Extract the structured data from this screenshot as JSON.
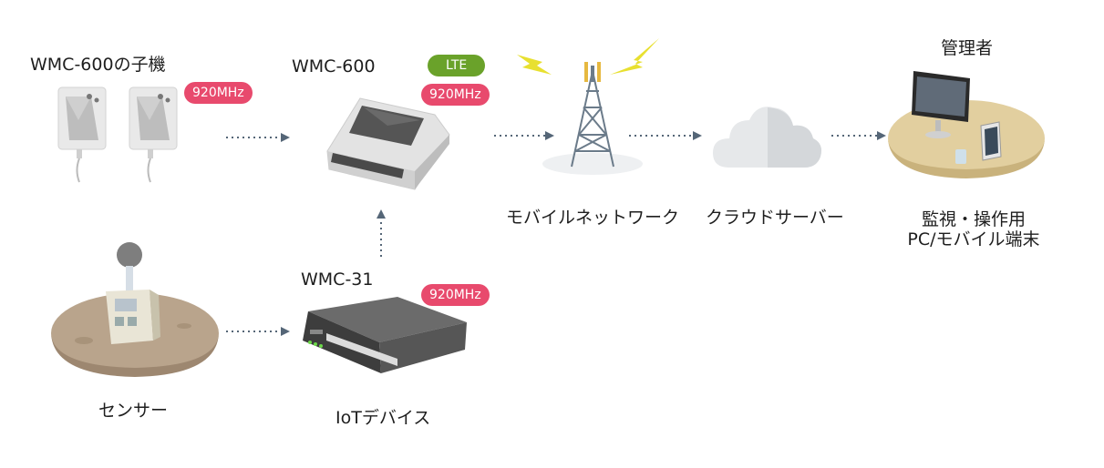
{
  "labels": {
    "slave_unit": "WMC-600の子機",
    "wmc600": "WMC-600",
    "wmc31": "WMC-31",
    "mobile_network": "モバイルネットワーク",
    "cloud_server": "クラウドサーバー",
    "admin": "管理者",
    "terminal_line1": "監視・操作用",
    "terminal_line2": "PC/モバイル端末",
    "sensor": "センサー",
    "iot_device": "IoTデバイス"
  },
  "tags": {
    "freq_slave": "920MHz",
    "lte": "LTE",
    "freq_wmc600": "920MHz",
    "freq_wmc31": "920MHz"
  },
  "colors": {
    "freq_tag": "#e84a6d",
    "lte_tag": "#6aa22a",
    "arrow": "#556677",
    "lightning": "#e8e030"
  },
  "icons": [
    "slave-unit-icon",
    "wmc600-device-icon",
    "cell-tower-icon",
    "cloud-icon",
    "admin-desk-icon",
    "sensor-icon",
    "iot-device-icon"
  ]
}
